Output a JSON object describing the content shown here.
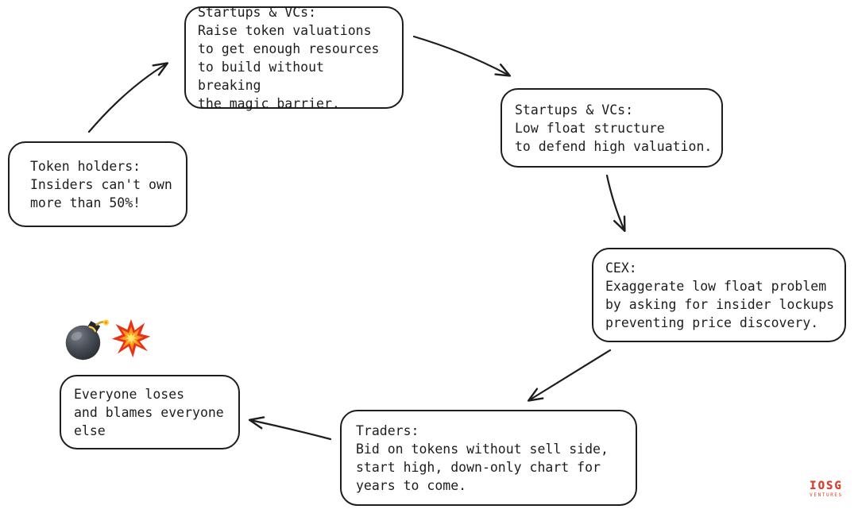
{
  "page": {
    "background": "#ffffff",
    "ink_color": "#1d1d1d"
  },
  "diagram": {
    "nodes": {
      "startups_raise": {
        "text": "Startups & VCs:\nRaise token valuations\nto get enough resources\nto build without breaking\nthe magic barrier."
      },
      "startups_low_float": {
        "text": "Startups & VCs:\nLow float structure\nto defend high valuation."
      },
      "cex": {
        "text": "CEX:\nExaggerate low float problem\nby asking for insider lockups\npreventing price discovery."
      },
      "traders": {
        "text": "Traders:\nBid on tokens without sell side,\nstart high, down-only chart for\nyears to come."
      },
      "everyone_loses": {
        "text": "Everyone loses\nand blames everyone\nelse"
      },
      "token_holders": {
        "text": "Token holders:\nInsiders can't own\nmore than 50%!"
      }
    },
    "emoji": {
      "bomb": "bomb",
      "explosion": "collision"
    },
    "logo": {
      "title": "IOSG",
      "subtitle": "VENTURES",
      "color": "#d8402c"
    }
  }
}
